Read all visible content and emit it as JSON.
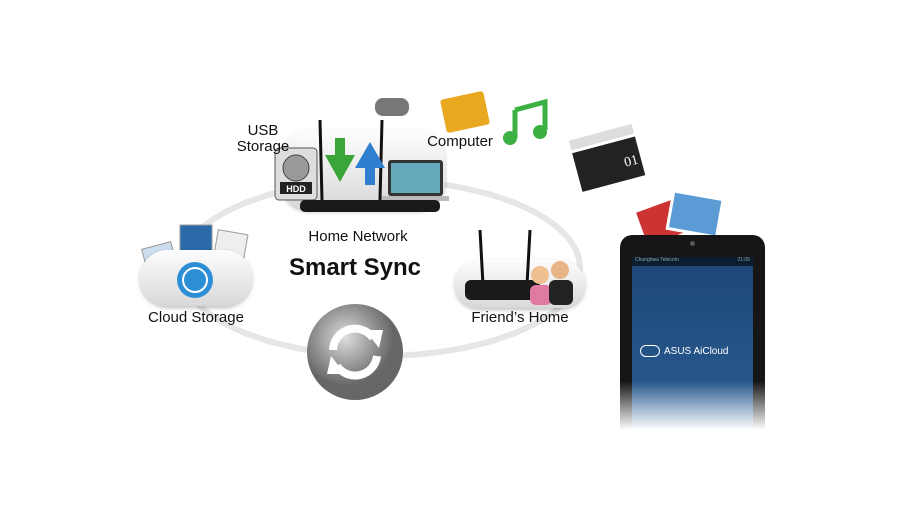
{
  "title": "Smart Sync",
  "nodes": {
    "usb_storage": "USB\nStorage",
    "computer": "Computer",
    "home_network": "Home Network",
    "cloud_storage": "Cloud Storage",
    "friends_home": "Friend’s Home"
  },
  "hdd_label": "HDD",
  "clapper_number": "01",
  "tablet": {
    "carrier": "Chunghwa Telecom",
    "time": "21:05",
    "app_name": "ASUS AiCloud"
  },
  "colors": {
    "screen": "#1f4f82",
    "arrow_down": "#3aa63a",
    "arrow_up": "#2f7fd0",
    "folder": "#e8a820",
    "music": "#3cb043"
  }
}
